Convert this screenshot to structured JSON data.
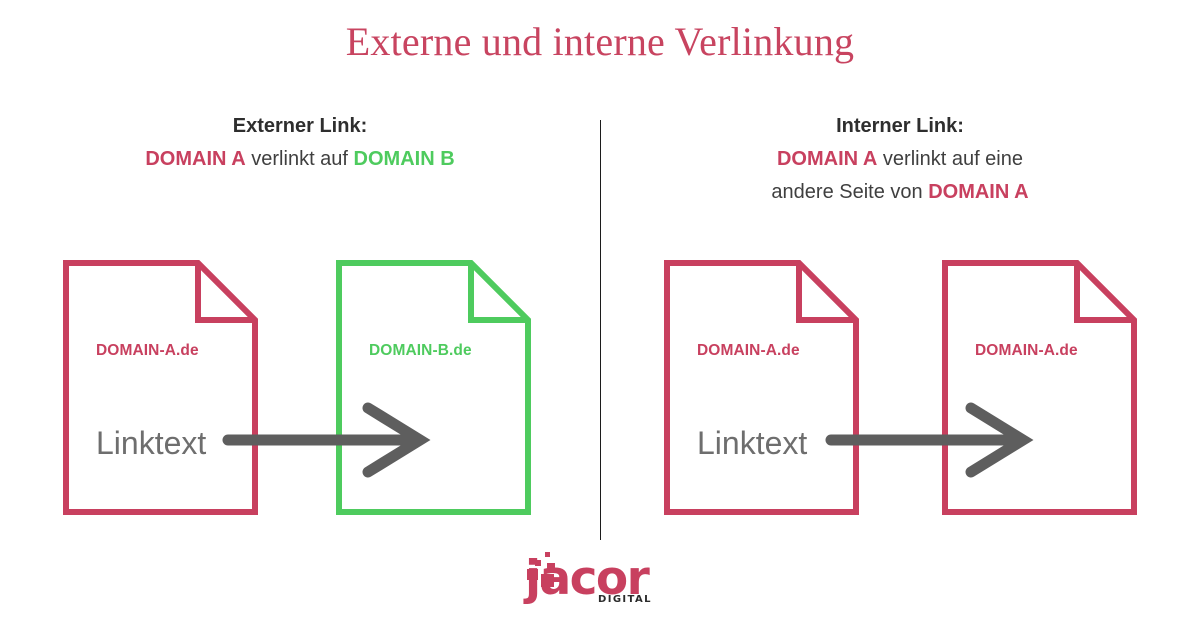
{
  "title": "Externe und interne Verlinkung",
  "divider": {
    "color": "#1c1c1c"
  },
  "colors": {
    "red": "#c8405f",
    "green": "#4ecb5e",
    "gray_text": "#6e6e6e",
    "arrow": "#5e5e5e",
    "headline": "#2e2e2e",
    "background": "#ffffff"
  },
  "left_panel": {
    "heading": "Externer Link:",
    "subline": {
      "part1": "DOMAIN A",
      "part2": " verlinkt auf ",
      "part3": "DOMAIN B"
    },
    "source_doc": {
      "domain_label": "DOMAIN-A.de",
      "link_label": "Linktext",
      "color": "#c8405f"
    },
    "target_doc": {
      "domain_label": "DOMAIN-B.de",
      "link_label": "",
      "color": "#4ecb5e"
    }
  },
  "right_panel": {
    "heading": "Interner Link:",
    "subline_1": {
      "part1": "DOMAIN A",
      "part2": " verlinkt auf eine"
    },
    "subline_2": {
      "part1": "andere Seite von ",
      "part2": "DOMAIN A"
    },
    "source_doc": {
      "domain_label": "DOMAIN-A.de",
      "link_label": "Linktext",
      "color": "#c8405f"
    },
    "target_doc": {
      "domain_label": "DOMAIN-A.de",
      "link_label": "",
      "color": "#c8405f"
    }
  },
  "logo": {
    "wordmark": "jacor",
    "tagline": "DIGITAL",
    "color": "#c8405f"
  }
}
